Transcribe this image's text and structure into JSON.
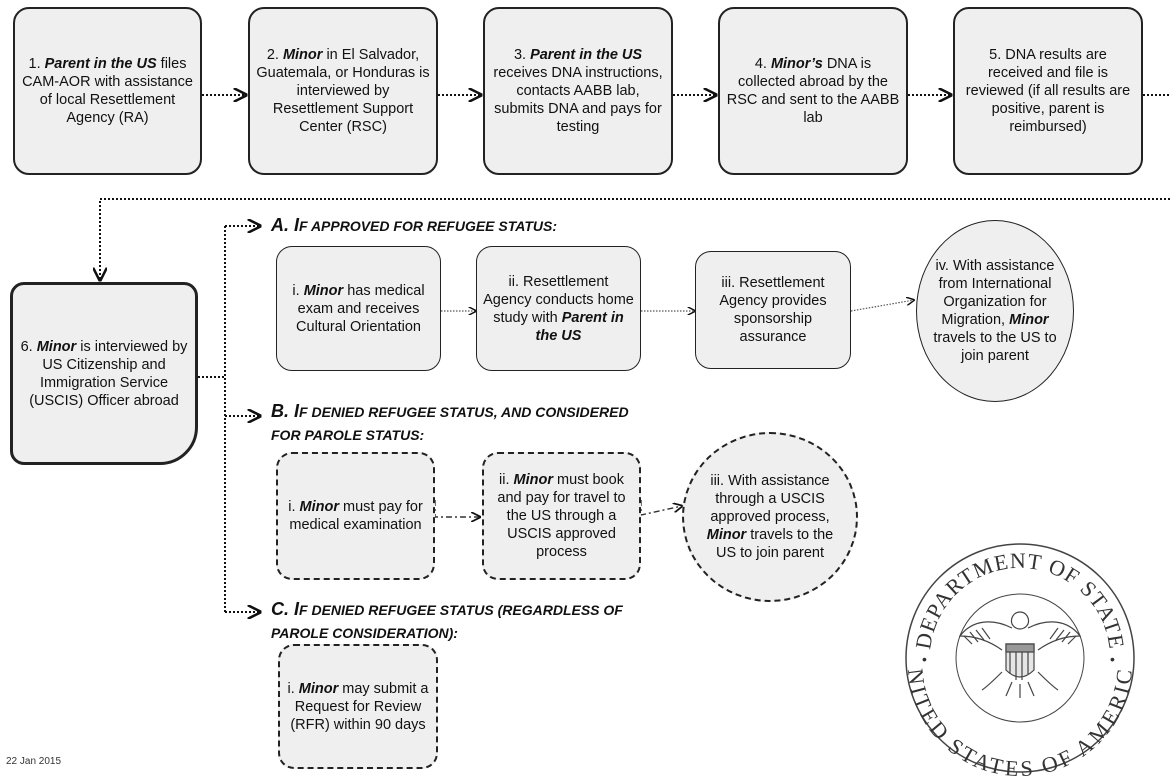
{
  "steps": {
    "s1": {
      "num": "1.",
      "em": "Parent in the US",
      "rest": "files CAM-AOR with assistance of local Resettlement Agency (RA)"
    },
    "s2": {
      "num": "2.",
      "em": "Minor",
      "rest": "in El Salvador, Guatemala, or Honduras is interviewed by Resettlement Support Center (RSC)"
    },
    "s3": {
      "num": "3.",
      "em": "Parent in the US",
      "rest": "receives DNA instructions, contacts AABB lab, submits DNA and pays for testing"
    },
    "s4": {
      "num": "4.",
      "em": "Minor’s",
      "rest": "DNA is collected abroad by the RSC and sent to the AABB lab"
    },
    "s5": {
      "text": "5. DNA results are received and file is reviewed (if all results are positive, parent is reimbursed)"
    },
    "s6": {
      "num": "6.",
      "em": "Minor",
      "rest": "is interviewed by US Citizenship and Immigration Service (USCIS) Officer abroad"
    }
  },
  "outcomes": {
    "a": {
      "heading_first": "A. I",
      "heading_rest": "F APPROVED FOR REFUGEE STATUS:",
      "i": {
        "pre": "i.",
        "em": "Minor",
        "rest": "has medical exam and receives Cultural Orientation"
      },
      "ii": {
        "pre": "ii. Resettlement Agency conducts home study with",
        "em": "Parent in the US"
      },
      "iii": {
        "text": "iii. Resettlement Agency provides sponsorship assurance"
      },
      "iv": {
        "pre": "iv. With assistance from International Organization for Migration,",
        "em": "Minor",
        "rest": "travels to the US to join parent"
      }
    },
    "b": {
      "heading_line1_first": "B. I",
      "heading_line1_rest": "F DENIED REFUGEE STATUS, AND CONSIDERED",
      "heading_line2": "FOR PAROLE STATUS:",
      "i": {
        "pre": "i.",
        "em": "Minor",
        "rest": "must pay for medical examination"
      },
      "ii": {
        "pre": "ii.",
        "em": "Minor",
        "rest": "must book and pay for travel to the US through a USCIS approved process"
      },
      "iii": {
        "pre": "iii. With assistance through a USCIS approved process,",
        "em": "Minor",
        "rest": "travels to the US to join parent"
      }
    },
    "c": {
      "heading_line1_first": "C. I",
      "heading_line1_rest": "F DENIED REFUGEE STATUS (REGARDLESS OF",
      "heading_line2": "PAROLE CONSIDERATION):",
      "i": {
        "pre": "i.",
        "em": "Minor",
        "rest": "may submit a Request for Review (RFR) within 90 days"
      }
    }
  },
  "seal": {
    "text_top": "DEPARTMENT OF STATE",
    "text_bottom": "UNITED STATES OF AMERICA"
  },
  "footer": {
    "date": "22 Jan 2015"
  }
}
